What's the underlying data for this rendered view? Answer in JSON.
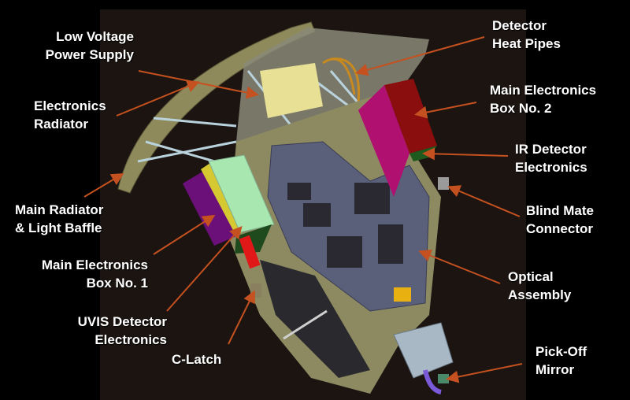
{
  "labels": {
    "lvps": [
      "Low Voltage",
      "Power Supply"
    ],
    "elec_radiator": [
      "Electronics",
      "Radiator"
    ],
    "main_radiator": [
      "Main Radiator",
      "& Light Baffle"
    ],
    "meb1": [
      "Main Electronics",
      "Box No. 1"
    ],
    "uvis": [
      "UVIS Detector",
      "Electronics"
    ],
    "clatch": [
      "C-Latch"
    ],
    "heat_pipes": [
      "Detector",
      "Heat Pipes"
    ],
    "meb2": [
      "Main Electronics",
      "Box No. 2"
    ],
    "ir": [
      "IR Detector",
      "Electronics"
    ],
    "blind_mate": [
      "Blind Mate",
      "Connector"
    ],
    "optical": [
      "Optical",
      "Assembly"
    ],
    "pickoff": [
      "Pick-Off",
      "Mirror"
    ]
  },
  "colors": {
    "arrow": "#c4511f",
    "label": "#ffffff",
    "background": "#1b1411"
  }
}
